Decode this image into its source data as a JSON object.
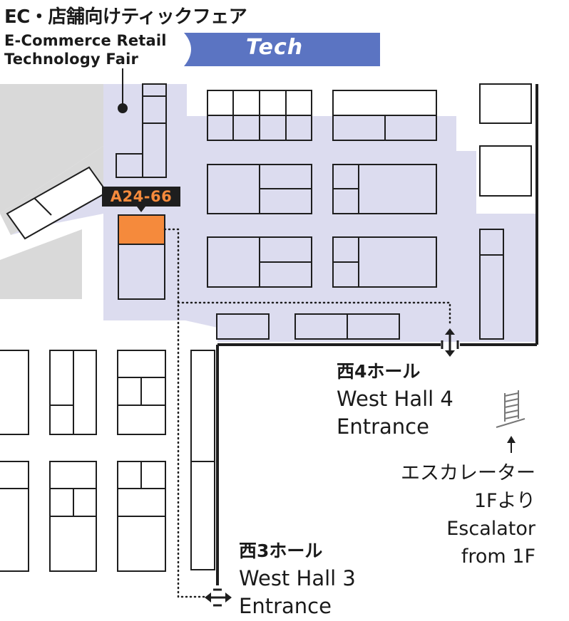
{
  "header": {
    "title_jp": "EC・店舗向けティックフェア",
    "title_en_line1": "E-Commerce Retail",
    "title_en_line2": "Technology Fair",
    "tag_label": "Tech",
    "tag_color": "#5b74c2"
  },
  "booth": {
    "code": "A24-66",
    "highlight_color": "#f58a3c"
  },
  "entrances": {
    "west4": {
      "jp": "西4ホール",
      "en_line1": "West Hall 4",
      "en_line2": "Entrance"
    },
    "west3": {
      "jp": "西3ホール",
      "en_line1": "West Hall 3",
      "en_line2": "Entrance"
    }
  },
  "escalator": {
    "line1": "エスカレーター",
    "line2": "1Fより",
    "line3": "Escalator",
    "line4": "from 1F"
  },
  "colors": {
    "fair_area": "#dcdcef",
    "grey_area": "#d9d9d9",
    "wall": "#1e1e1e"
  }
}
